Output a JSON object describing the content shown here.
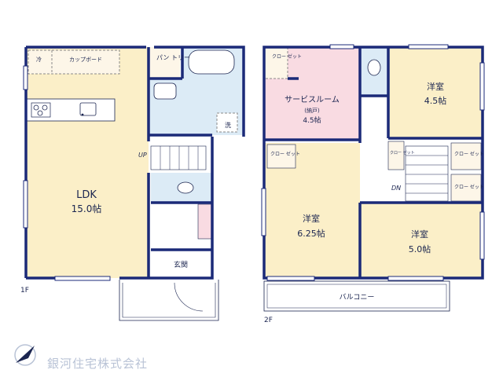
{
  "floors": {
    "first": {
      "label": "1F",
      "rooms": {
        "ldk_name": "LDK",
        "ldk_size": "15.0帖",
        "fridge": "冷",
        "cupboard": "カップボード",
        "pantry": "パン トリー",
        "washer": "洗",
        "entrance": "玄関",
        "up": "UP"
      }
    },
    "second": {
      "label": "2F",
      "rooms": {
        "service_room": "サービスルーム",
        "storage_note": "(納戸)",
        "service_size": "4.5帖",
        "closet_small": "クロー ゼット",
        "closet_vertical": "クロー ゼット",
        "closet": "クロー ゼット",
        "western_room": "洋室",
        "room_a_size": "4.5帖",
        "room_b_size": "6.25帖",
        "room_c_size": "5.0帖",
        "balcony": "バルコニー",
        "dn": "DN"
      }
    }
  },
  "company": "銀河住宅株式会社",
  "colors": {
    "wall": "#1b2a78",
    "ldk_fill": "#fbefc8",
    "bedroom_fill": "#fbefc8",
    "service_fill": "#f9dbe2",
    "wet_fill": "#dcebf6",
    "closet_fill": "#fdf6e8"
  }
}
